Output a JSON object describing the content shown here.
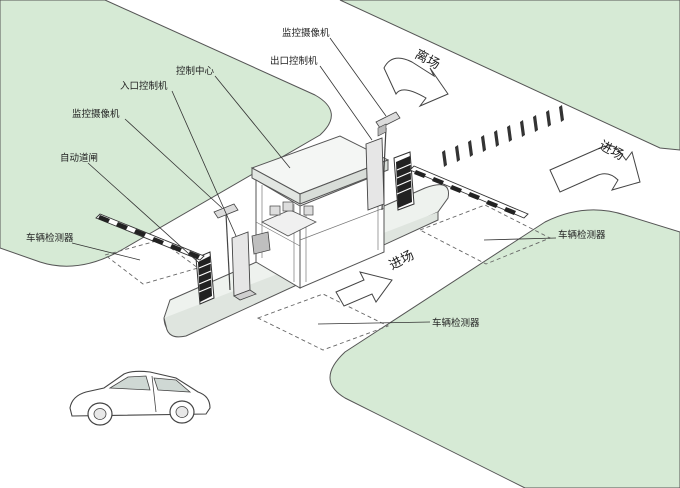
{
  "labels": {
    "camera_top": "监控摄像机",
    "exit_controller": "出口控制机",
    "control_center": "控制中心",
    "entry_controller": "入口控制机",
    "camera_left": "监控摄像机",
    "auto_barrier": "自动道闸",
    "detector_left": "车辆检测器",
    "detector_right": "车辆检测器",
    "detector_bottom": "车辆检测器"
  },
  "arrows": {
    "exit_text": "离场",
    "enter_right_text": "进场",
    "enter_middle_text": "进场"
  },
  "colors": {
    "grass": "#d6ead5",
    "road": "#ffffff",
    "island": "#eef2ee",
    "line": "#555555"
  }
}
